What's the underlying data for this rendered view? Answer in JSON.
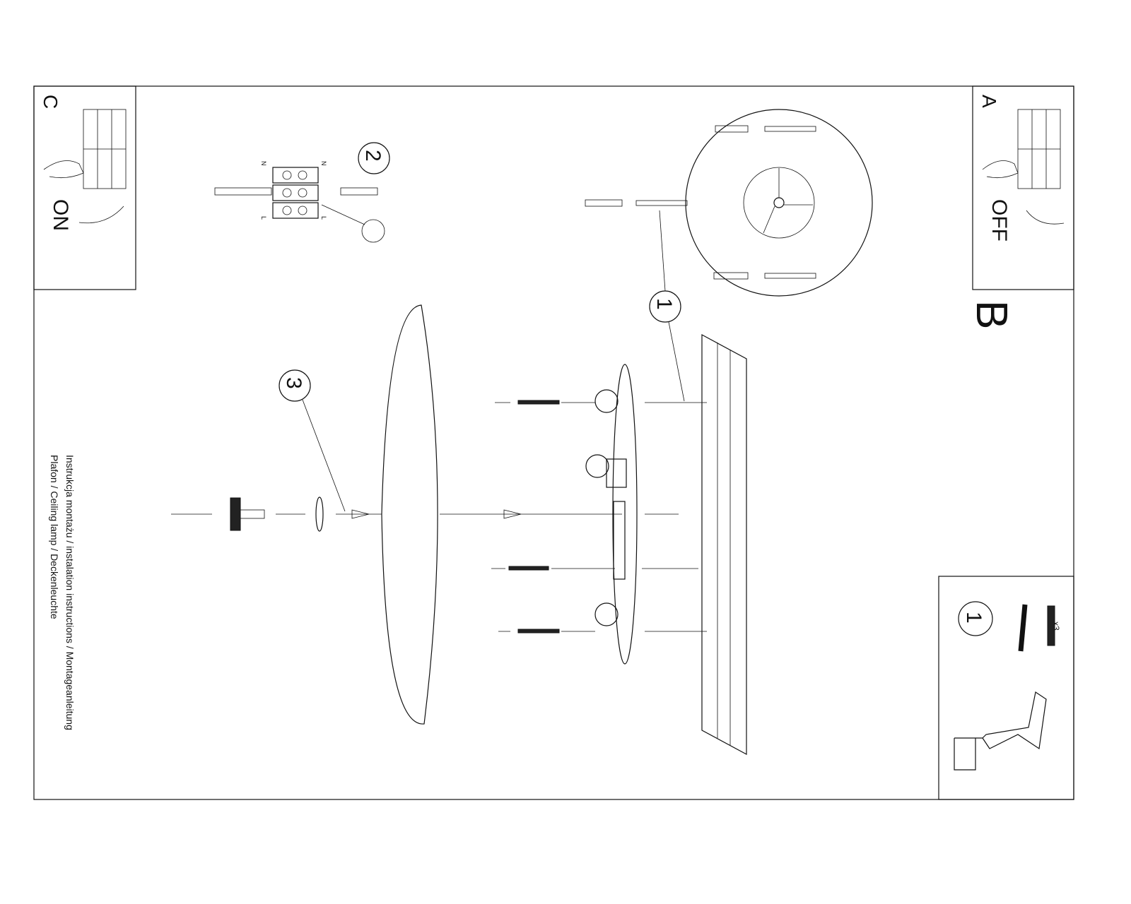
{
  "panels": {
    "c": {
      "letter": "C",
      "state": "ON"
    },
    "a": {
      "letter": "A",
      "state": "OFF"
    },
    "b": {
      "letter": "B"
    }
  },
  "steps": {
    "step1": "1",
    "step2": "2",
    "step3": "3",
    "parts_step": "1"
  },
  "parts": {
    "quantity": "x3"
  },
  "connector": {
    "labels": [
      "N",
      "N",
      "L",
      "L"
    ]
  },
  "title": {
    "line1": "Instrukcja montażu / instalation instructions / Montageanleitung",
    "line2": "Plafon / Ceiling lamp / Deckenleuchte"
  }
}
